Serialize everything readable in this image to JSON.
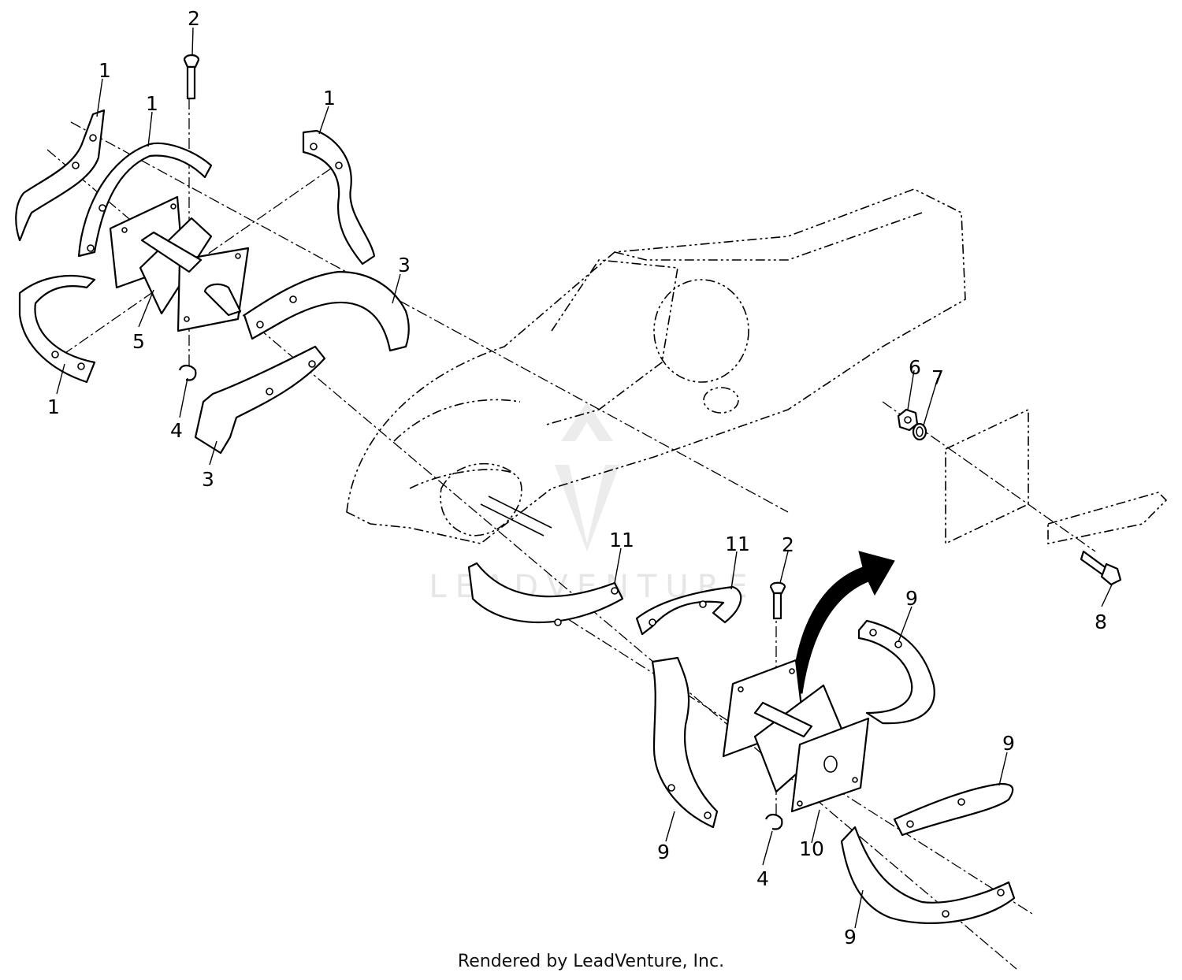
{
  "watermark": {
    "text": "LEADVENTURE"
  },
  "footer": {
    "text": "Rendered by LeadVenture, Inc."
  },
  "callouts": {
    "c1a": "1",
    "c1b": "1",
    "c1c": "1",
    "c1d": "1",
    "c2a": "2",
    "c2b": "2",
    "c3a": "3",
    "c3b": "3",
    "c4a": "4",
    "c4b": "4",
    "c5": "5",
    "c6": "6",
    "c7": "7",
    "c8": "8",
    "c9a": "9",
    "c9b": "9",
    "c9c": "9",
    "c9d": "9",
    "c10": "10",
    "c11a": "11",
    "c11b": "11"
  },
  "colors": {
    "line": "#000000",
    "background": "#ffffff",
    "watermark": "#e6e6e6"
  }
}
